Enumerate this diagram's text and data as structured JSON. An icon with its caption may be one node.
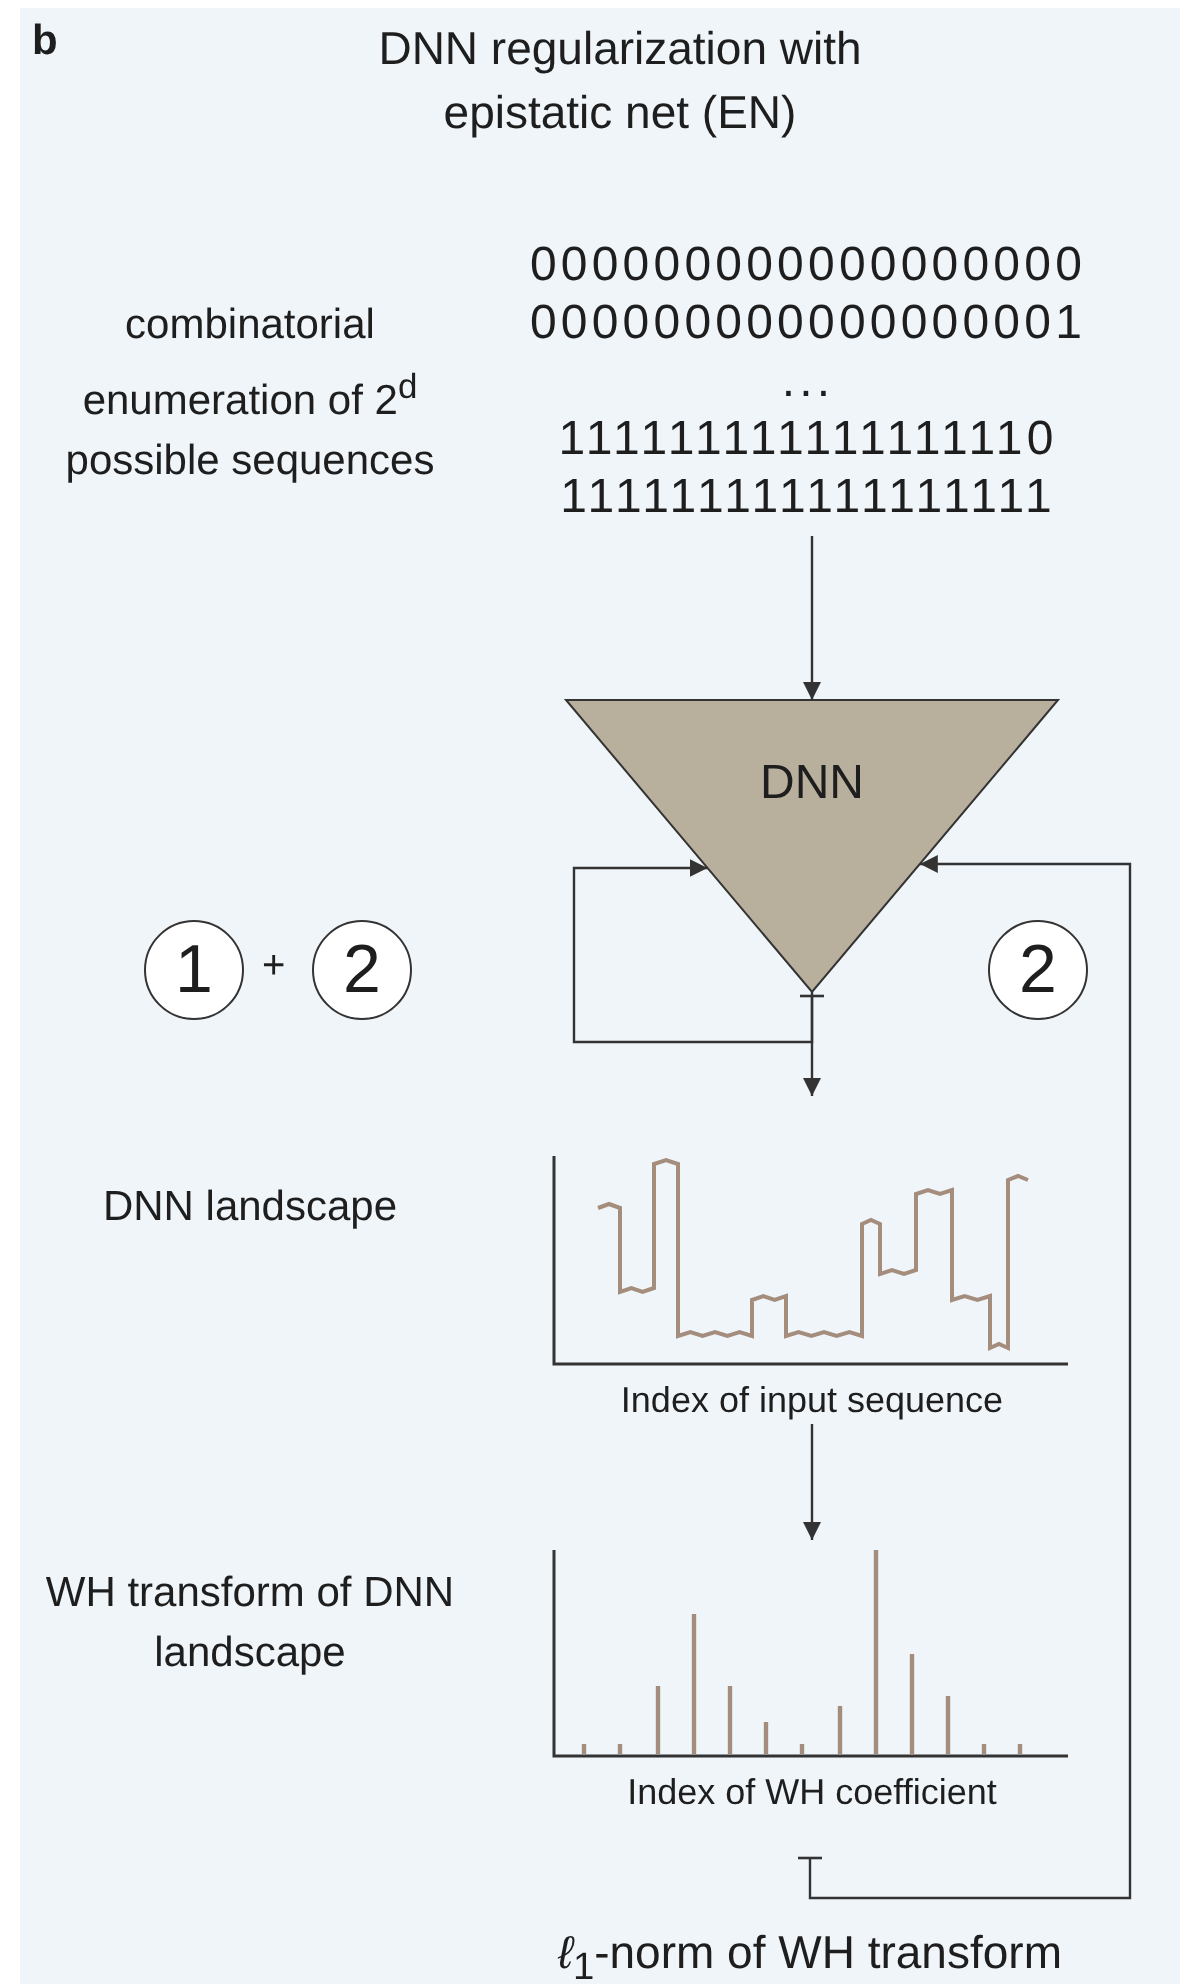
{
  "diagram": {
    "title": "DNN regularization with epistatic net (EN)",
    "nodes": [
      {
        "text": [
          "000000000000000000",
          "000000000000000001",
          "...",
          "111111111111111110",
          "111111111111111111"
        ],
        "beside": [
          "combinatorial enumeration of 2$^{d}$ possible sequences"
        ]
      },
      {
        "text": [
          "DNN"
        ]
      },
      {
        "text": [
          "Index of input sequence"
        ],
        "beside": [
          "DNN landscape"
        ]
      },
      {
        "text": [
          "Index of WH coefficient"
        ],
        "beside": [
          "WH transform of DNN landscape"
        ]
      },
      {
        "text": [
          "*ℓ*$_{1}$-norm of WH transform"
        ]
      },
      {
        "text": [
          "1"
        ]
      },
      {
        "text": [
          "2"
        ]
      },
      {
        "text": [
          "2"
        ]
      }
    ],
    "edges": [
      {
        "from": 0,
        "to": 1,
        "arrow": "to"
      },
      {
        "from": 1,
        "to": 1,
        "arrow": "to"
      },
      {
        "from": 1,
        "to": 2,
        "arrow": "to"
      },
      {
        "from": 2,
        "to": 3,
        "arrow": "to"
      },
      {
        "from": 4,
        "to": 1,
        "arrow": "to"
      }
    ],
    "labels": [
      "b",
      "+"
    ]
  }
}
